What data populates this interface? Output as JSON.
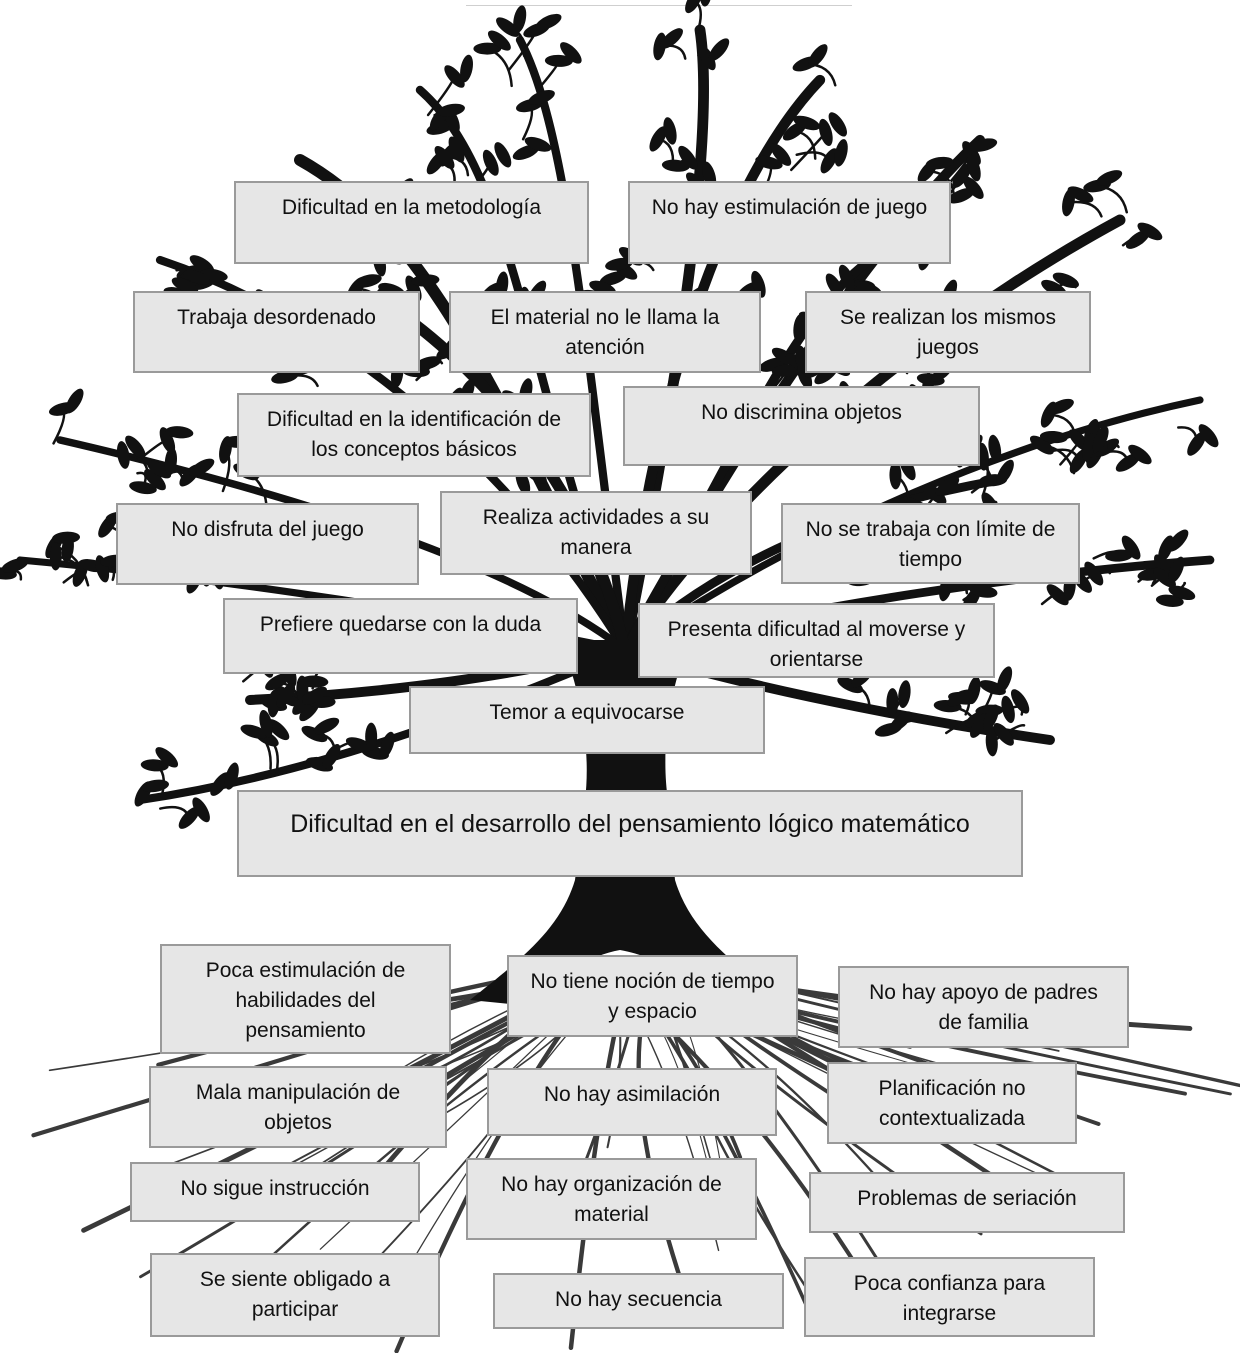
{
  "diagram": {
    "type": "problem-tree",
    "central_problem": "Dificultad en el desarrollo del pensamiento lógico matemático",
    "effects": [
      "Dificultad en la metodología",
      "No hay estimulación de juego",
      "Trabaja desordenado",
      "El  material no le llama la atención",
      "Se realizan los mismos juegos",
      "Dificultad en la identificación de los conceptos básicos",
      "No discrimina objetos",
      "No disfruta del juego",
      "Realiza actividades a su manera",
      "No se trabaja con límite de tiempo",
      "Prefiere quedarse con la duda",
      "Presenta dificultad al moverse y orientarse",
      "Temor a equivocarse"
    ],
    "causes": [
      "Poca estimulación de habilidades del pensamiento",
      "No tiene noción de tiempo y espacio",
      "No hay apoyo de padres de familia",
      "Mala manipulación de objetos",
      "No hay asimilación",
      "Planificación no contextualizada",
      "No sigue instrucción",
      "No hay organización de material",
      "Problemas de seriación",
      "Se siente obligado a participar",
      "No hay secuencia",
      "Poca confianza para integrarse"
    ]
  },
  "colors": {
    "box_fill": "#e6e6e6",
    "box_border": "#9a9a9a",
    "tree": "#111111",
    "roots": "#3a3a3a"
  },
  "icons": [
    "tree-silhouette",
    "leaf-icon",
    "roots"
  ]
}
